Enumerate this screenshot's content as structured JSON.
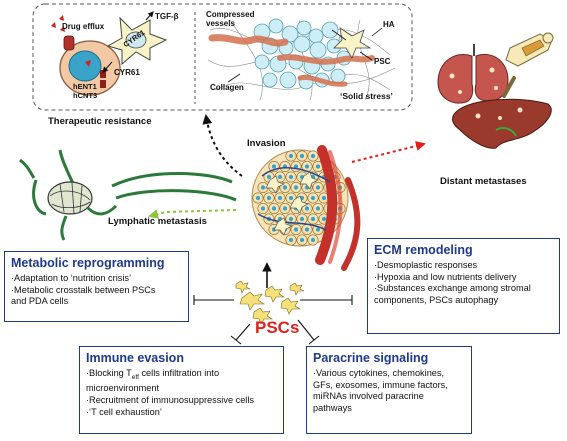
{
  "resistance_panel": {
    "drug_efflux": "Drug efflux",
    "hent1": "hENT1",
    "hcnt3": "hCNT3",
    "cyr61_arrow": "CYR61",
    "cyr61_cell": "CYR61",
    "tgf_beta": "TGF-β",
    "compressed_vessels": "Compressed vessels",
    "ha": "HA",
    "psc": "PSC",
    "collagen": "Collagen",
    "solid_stress": "‘Solid stress’"
  },
  "labels": {
    "therapeutic_resistance": "Therapeutic resistance",
    "invasion": "Invasion",
    "distant_metastases": "Distant metastases",
    "lymphatic_metastasis": "Lymphatic metastasis",
    "pscs": "PSCs"
  },
  "boxes": {
    "metabolic": {
      "title": "Metabolic reprogramming",
      "items": [
        "·Adaptation to ‘nutrition crisis’",
        "·Metabolic crosstalk between PSCs and PDA cells"
      ]
    },
    "ecm": {
      "title": "ECM remodeling",
      "items": [
        "·Desmoplastic responses",
        "·Hypoxia and low nutrients delivery",
        "·Substances exchange among stromal components, PSCs autophagy"
      ]
    },
    "immune": {
      "title": "Immune evasion",
      "item1_pre": "·Blocking T",
      "item1_sub": "eff",
      "item1_post": " cells infiltration into microenvironment",
      "items": [
        "·Recruitment of immunosuppressive cells",
        "·‘T cell exhaustion’"
      ]
    },
    "paracrine": {
      "title": "Paracrine signaling",
      "items": [
        "·Various cytokines, chemokines, GFs, exosomes, immune factors, miRNAs involved paracrine pathways"
      ]
    }
  },
  "colors": {
    "box_border": "#1f3a8a",
    "title_blue": "#1f3a8a",
    "psc_red": "#e0211b",
    "invasion_arrow": "#111111",
    "metastasis_arrow": "#e0211b",
    "lymph_arrow": "#8cc63f"
  }
}
